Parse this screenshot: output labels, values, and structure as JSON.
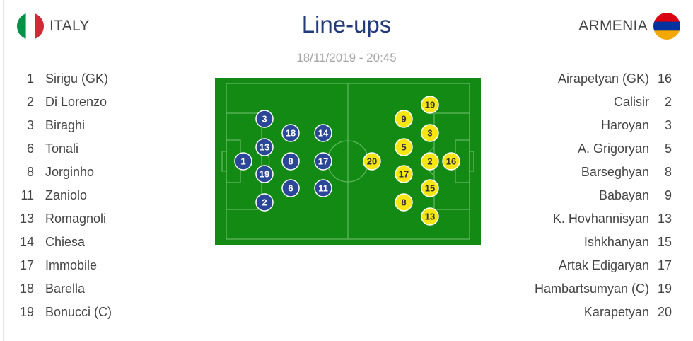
{
  "header": {
    "title": "Line-ups",
    "datetime": "18/11/2019 - 20:45"
  },
  "home": {
    "name": "ITALY",
    "flag_icon": "italy-flag-icon",
    "flag_colors": [
      "#009246",
      "#ffffff",
      "#ce2b37"
    ],
    "marker_color": "#2a4897",
    "players": [
      {
        "number": "1",
        "name": "Sirigu (GK)"
      },
      {
        "number": "2",
        "name": "Di Lorenzo"
      },
      {
        "number": "3",
        "name": "Biraghi"
      },
      {
        "number": "6",
        "name": "Tonali"
      },
      {
        "number": "8",
        "name": "Jorginho"
      },
      {
        "number": "11",
        "name": "Zaniolo"
      },
      {
        "number": "13",
        "name": "Romagnoli"
      },
      {
        "number": "14",
        "name": "Chiesa"
      },
      {
        "number": "17",
        "name": "Immobile"
      },
      {
        "number": "18",
        "name": "Barella"
      },
      {
        "number": "19",
        "name": "Bonucci (C)"
      }
    ]
  },
  "away": {
    "name": "ARMENIA",
    "flag_icon": "armenia-flag-icon",
    "flag_colors": [
      "#d90012",
      "#0033a0",
      "#f2a800"
    ],
    "marker_color": "#f5e614",
    "players": [
      {
        "number": "16",
        "name": "Airapetyan (GK)"
      },
      {
        "number": "2",
        "name": "Calisir"
      },
      {
        "number": "3",
        "name": "Haroyan"
      },
      {
        "number": "5",
        "name": "A. Grigoryan"
      },
      {
        "number": "8",
        "name": "Barseghyan"
      },
      {
        "number": "9",
        "name": "Babayan"
      },
      {
        "number": "13",
        "name": "K. Hovhannisyan"
      },
      {
        "number": "15",
        "name": "Ishkhanyan"
      },
      {
        "number": "17",
        "name": "Artak Edigaryan"
      },
      {
        "number": "19",
        "name": "Hambartsumyan (C)"
      },
      {
        "number": "20",
        "name": "Karapetyan"
      }
    ]
  },
  "pitch": {
    "grass_color": "#138a13",
    "line_color": "#5fb55f"
  }
}
